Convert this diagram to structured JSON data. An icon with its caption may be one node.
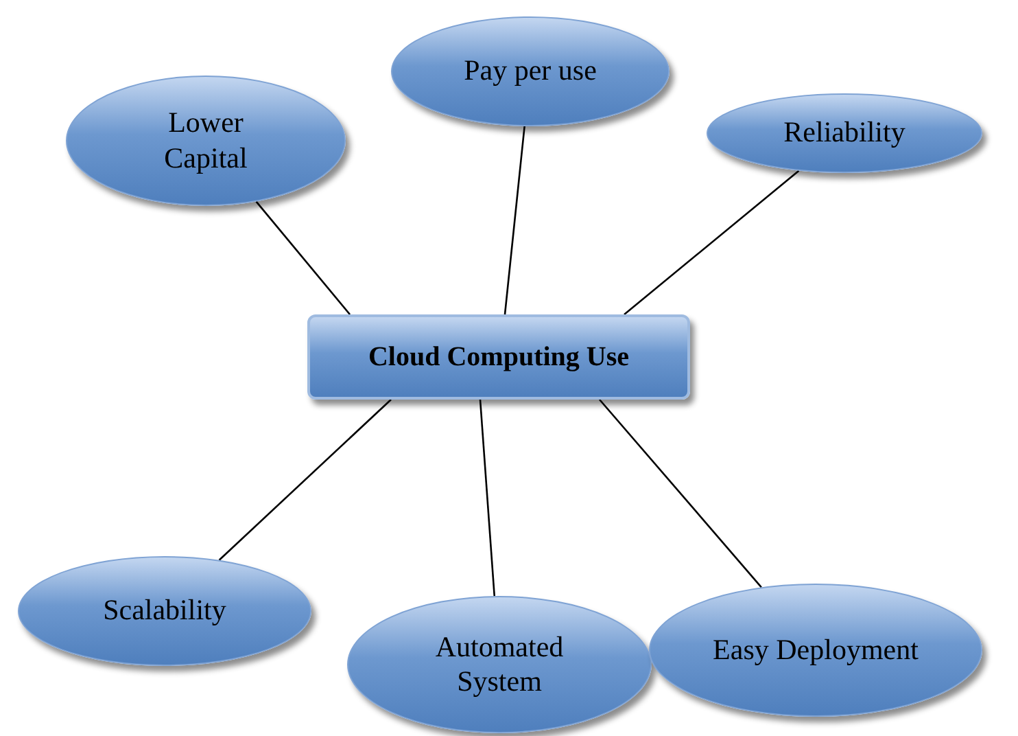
{
  "diagram": {
    "nodes": [
      {
        "text": [
          "Lower Capital"
        ]
      },
      {
        "text": [
          "Pay per use"
        ]
      },
      {
        "text": [
          "Reliability"
        ]
      },
      {
        "text": [
          "Cloud Computing Use"
        ]
      },
      {
        "text": [
          "Scalability"
        ]
      },
      {
        "text": [
          "Automated System"
        ]
      },
      {
        "text": [
          "Easy Deployment"
        ]
      }
    ],
    "edges": [
      {
        "from": 3,
        "to": 0,
        "arrow": "none"
      },
      {
        "from": 3,
        "to": 1,
        "arrow": "none"
      },
      {
        "from": 3,
        "to": 2,
        "arrow": "none"
      },
      {
        "from": 3,
        "to": 4,
        "arrow": "none"
      },
      {
        "from": 3,
        "to": 5,
        "arrow": "none"
      },
      {
        "from": 3,
        "to": 6,
        "arrow": "none"
      }
    ]
  }
}
